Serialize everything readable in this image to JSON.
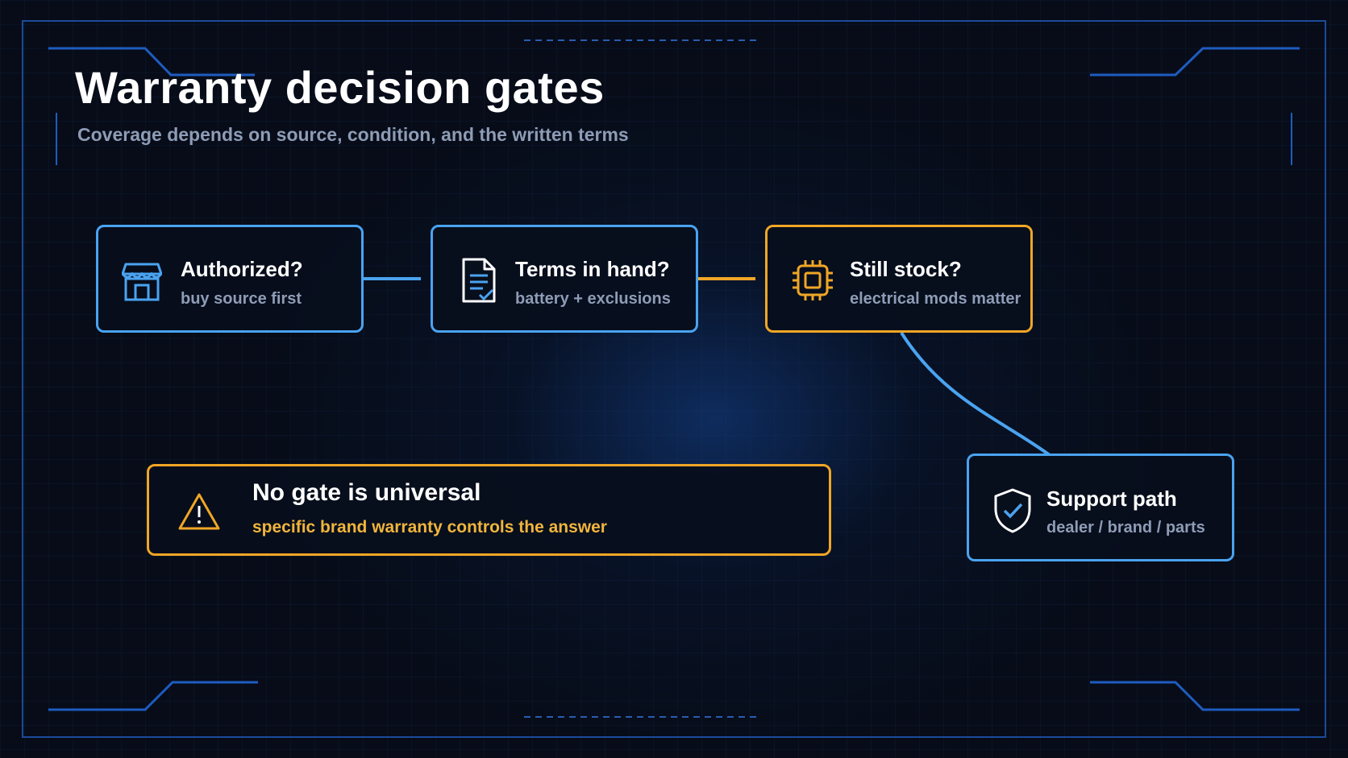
{
  "title": "Warranty decision gates",
  "subtitle": "Coverage depends on source, condition, and the written terms",
  "colors": {
    "blue": "#4aa3f0",
    "amber": "#f0a626",
    "background": "#070c18"
  },
  "gates": [
    {
      "title": "Authorized?",
      "subtitle": "buy source first",
      "icon": "storefront-icon",
      "accent": "blue"
    },
    {
      "title": "Terms in hand?",
      "subtitle": "battery + exclusions",
      "icon": "document-check-icon",
      "accent": "blue"
    },
    {
      "title": "Still stock?",
      "subtitle": "electrical mods matter",
      "icon": "chip-icon",
      "accent": "amber"
    }
  ],
  "warning": {
    "title": "No gate is universal",
    "subtitle": "specific brand warranty controls the answer",
    "icon": "warning-triangle-icon"
  },
  "support": {
    "title": "Support path",
    "subtitle": "dealer / brand / parts",
    "icon": "shield-check-icon"
  }
}
